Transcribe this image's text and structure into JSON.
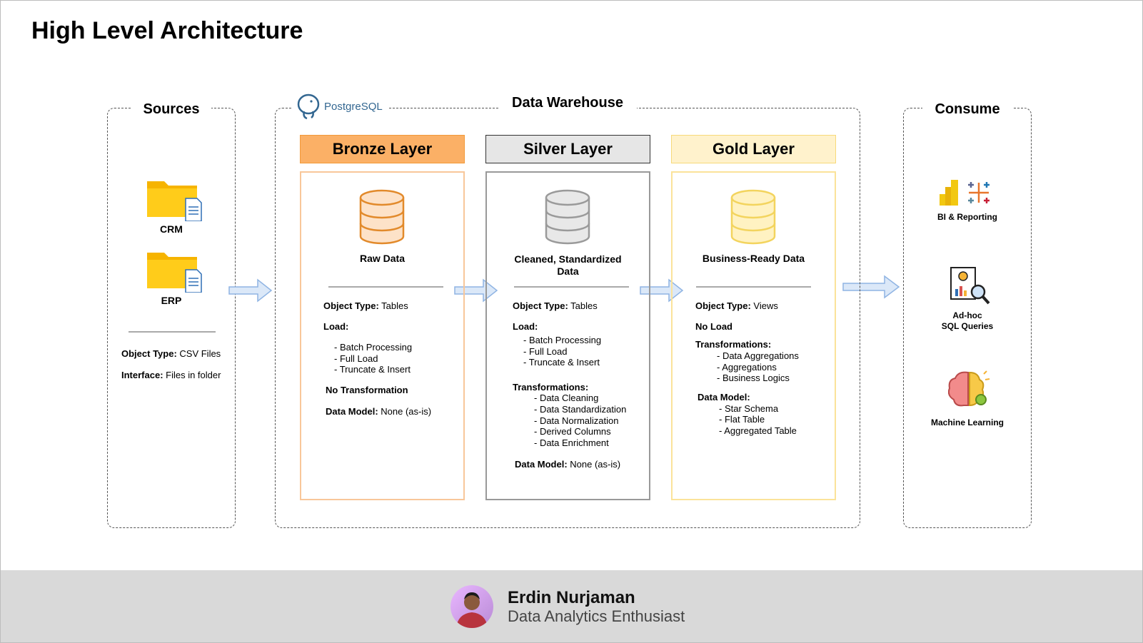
{
  "title": "High Level Architecture",
  "groups": {
    "sources": "Sources",
    "warehouse": "Data Warehouse",
    "consume": "Consume",
    "postgres_logo_text": [
      "Postgre",
      "SQL"
    ]
  },
  "sources": {
    "items": [
      "CRM",
      "ERP"
    ],
    "object_type_label": "Object Type:",
    "object_type_value": " CSV Files",
    "interface_label": "Interface:",
    "interface_value": " Files in folder"
  },
  "layers": {
    "bronze": {
      "title": "Bronze Layer",
      "caption": "Raw Data",
      "object_type_label": "Object Type:",
      "object_type_value": " Tables",
      "load_label": "Load:",
      "load_items": [
        "- Batch Processing",
        "- Full Load",
        "- Truncate & Insert"
      ],
      "transform_label": "No Transformation",
      "model_label": "Data Model:",
      "model_value": " None (as-is)",
      "color": "#fbb066"
    },
    "silver": {
      "title": "Silver Layer",
      "caption": "Cleaned, Standardized Data",
      "object_type_label": "Object Type:",
      "object_type_value": " Tables",
      "load_label": "Load:",
      "load_items": [
        "- Batch Processing",
        "- Full Load",
        "- Truncate & Insert"
      ],
      "transform_label": "Transformations:",
      "transform_items": [
        "- Data Cleaning",
        "- Data Standardization",
        "- Data Normalization",
        "- Derived Columns",
        "- Data Enrichment"
      ],
      "model_label": "Data Model:",
      "model_value": " None (as-is)",
      "color": "#e6e6e6"
    },
    "gold": {
      "title": "Gold Layer",
      "caption": "Business-Ready Data",
      "object_type_label": "Object Type:",
      "object_type_value": " Views",
      "load_label": "No Load",
      "transform_label": "Transformations:",
      "transform_items": [
        "- Data Aggregations",
        "- Aggregations",
        "- Business Logics"
      ],
      "model_label": "Data Model:",
      "model_items": [
        "- Star Schema",
        "- Flat Table",
        "- Aggregated Table"
      ],
      "color": "#fff2cc"
    }
  },
  "consume": {
    "bi": "BI & Reporting",
    "sql": [
      "Ad-hoc",
      "SQL Queries"
    ],
    "ml": "Machine Learning"
  },
  "footer": {
    "name": "Erdin Nurjaman",
    "role": "Data Analytics Enthusiast"
  }
}
